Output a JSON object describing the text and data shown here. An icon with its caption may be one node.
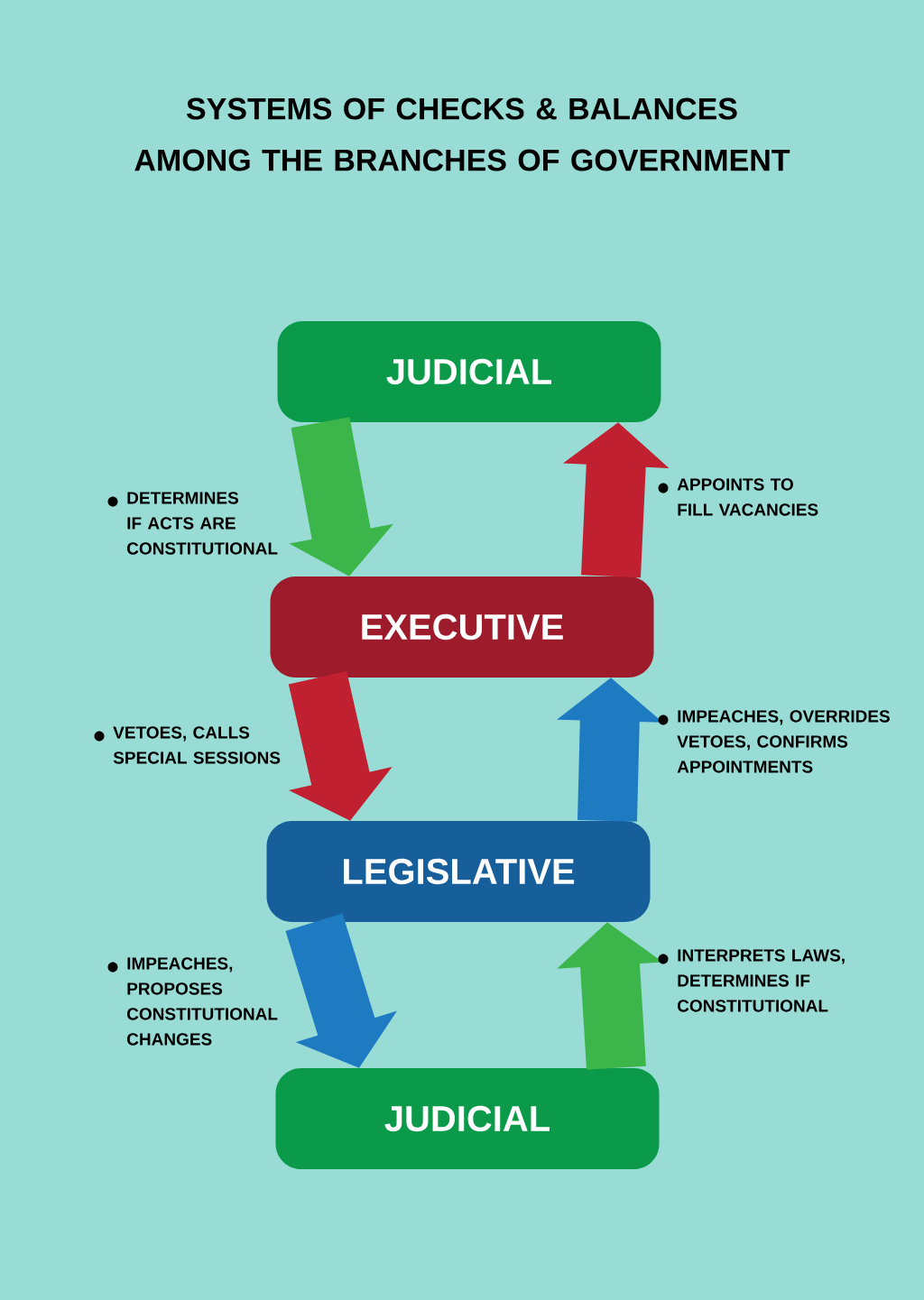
{
  "diagram": {
    "title": "SYSTEMS OF CHECKS & BALANCES AMONG THE BRANCHES OF GOVERNMENT",
    "nodes": [
      {
        "text": [
          "JUDICIAL"
        ]
      },
      {
        "text": [
          "EXECUTIVE"
        ]
      },
      {
        "text": [
          "LEGISLATIVE"
        ]
      },
      {
        "text": [
          "JUDICIAL"
        ]
      }
    ],
    "edges": [
      {
        "from": 0,
        "to": 1,
        "arrow": "to",
        "label": "DETERMINES IF ACTS ARE CONSTITUTIONAL",
        "color": "#3cb54a"
      },
      {
        "from": 1,
        "to": 0,
        "arrow": "to",
        "label": "APPOINTS TO FILL VACANCIES",
        "color": "#c0202f"
      },
      {
        "from": 1,
        "to": 2,
        "arrow": "to",
        "label": "VETOES, CALLS SPECIAL SESSIONS",
        "color": "#c0202f"
      },
      {
        "from": 2,
        "to": 1,
        "arrow": "to",
        "label": "IMPEACHES, OVERRIDES VETOES, CONFIRMS APPOINTMENTS",
        "color": "#1f7bc1"
      },
      {
        "from": 2,
        "to": 3,
        "arrow": "to",
        "label": "IMPEACHES, PROPOSES CONSTITUTIONAL CHANGES",
        "color": "#1f7bc1"
      },
      {
        "from": 3,
        "to": 2,
        "arrow": "to",
        "label": "INTERPRETS LAWS, DETERMINES IF CONSTITUTIONAL",
        "color": "#3cb54a"
      }
    ]
  }
}
